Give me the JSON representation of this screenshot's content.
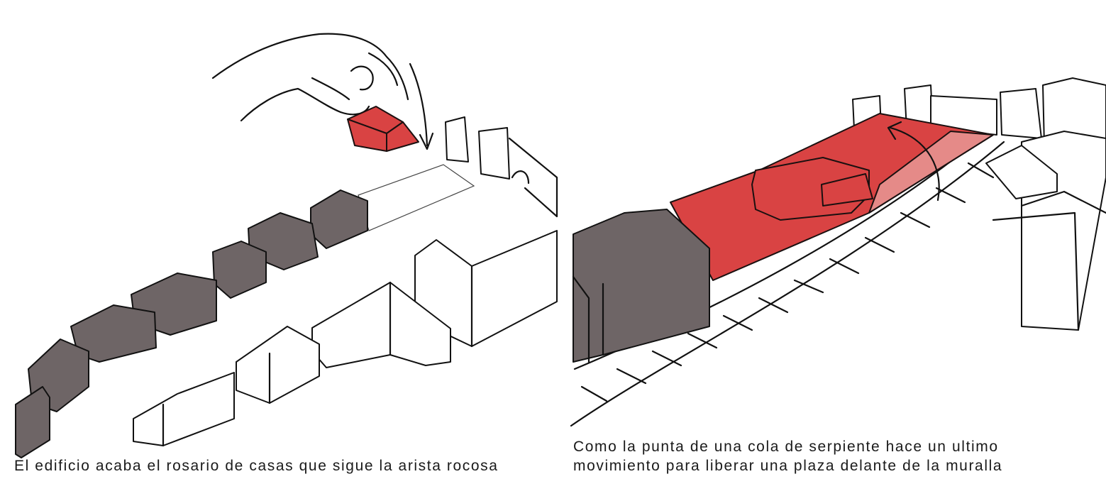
{
  "left": {
    "caption": "El edificio acaba el rosario de casas que sigue la arista rocosa"
  },
  "right": {
    "caption_line1": "Como la punta de una cola de serpiente hace un ultimo",
    "caption_line2": "movimiento para liberar una plaza delante de la muralla"
  },
  "colors": {
    "accent_red": "#d94343",
    "light_red": "#e58a88",
    "existing_gray": "#6e6566",
    "ink": "#111111"
  }
}
